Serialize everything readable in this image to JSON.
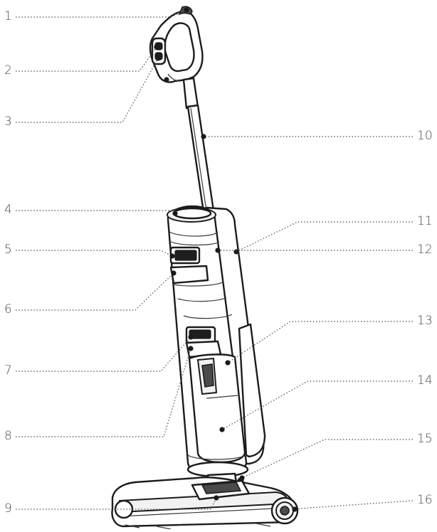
{
  "diagram": {
    "callouts": [
      {
        "id": "1",
        "label": "1"
      },
      {
        "id": "2",
        "label": "2"
      },
      {
        "id": "3",
        "label": "3"
      },
      {
        "id": "4",
        "label": "4"
      },
      {
        "id": "5",
        "label": "5"
      },
      {
        "id": "6",
        "label": "6"
      },
      {
        "id": "7",
        "label": "7"
      },
      {
        "id": "8",
        "label": "8"
      },
      {
        "id": "9",
        "label": "9"
      },
      {
        "id": "10",
        "label": "10"
      },
      {
        "id": "11",
        "label": "11"
      },
      {
        "id": "12",
        "label": "12"
      },
      {
        "id": "13",
        "label": "13"
      },
      {
        "id": "14",
        "label": "14"
      },
      {
        "id": "15",
        "label": "15"
      },
      {
        "id": "16",
        "label": "16"
      }
    ],
    "colors": {
      "outline": "#1c1c1c",
      "label": "#4a4a4a",
      "leader": "#555555",
      "fill_light": "#f2f2f2",
      "background": "#ffffff"
    }
  }
}
